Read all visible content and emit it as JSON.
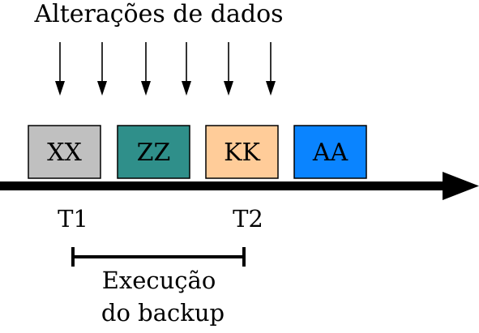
{
  "title": "Alterações de dados",
  "boxes": [
    {
      "label": "XX",
      "color": "#c0c0c0"
    },
    {
      "label": "ZZ",
      "color": "#2f8f8a"
    },
    {
      "label": "KK",
      "color": "#ffcc99"
    },
    {
      "label": "AA",
      "color": "#0a84ff"
    }
  ],
  "time_labels": {
    "start": "T1",
    "end": "T2"
  },
  "interval_caption": {
    "line1": "Execução",
    "line2": "do backup"
  },
  "arrow_count": 6
}
